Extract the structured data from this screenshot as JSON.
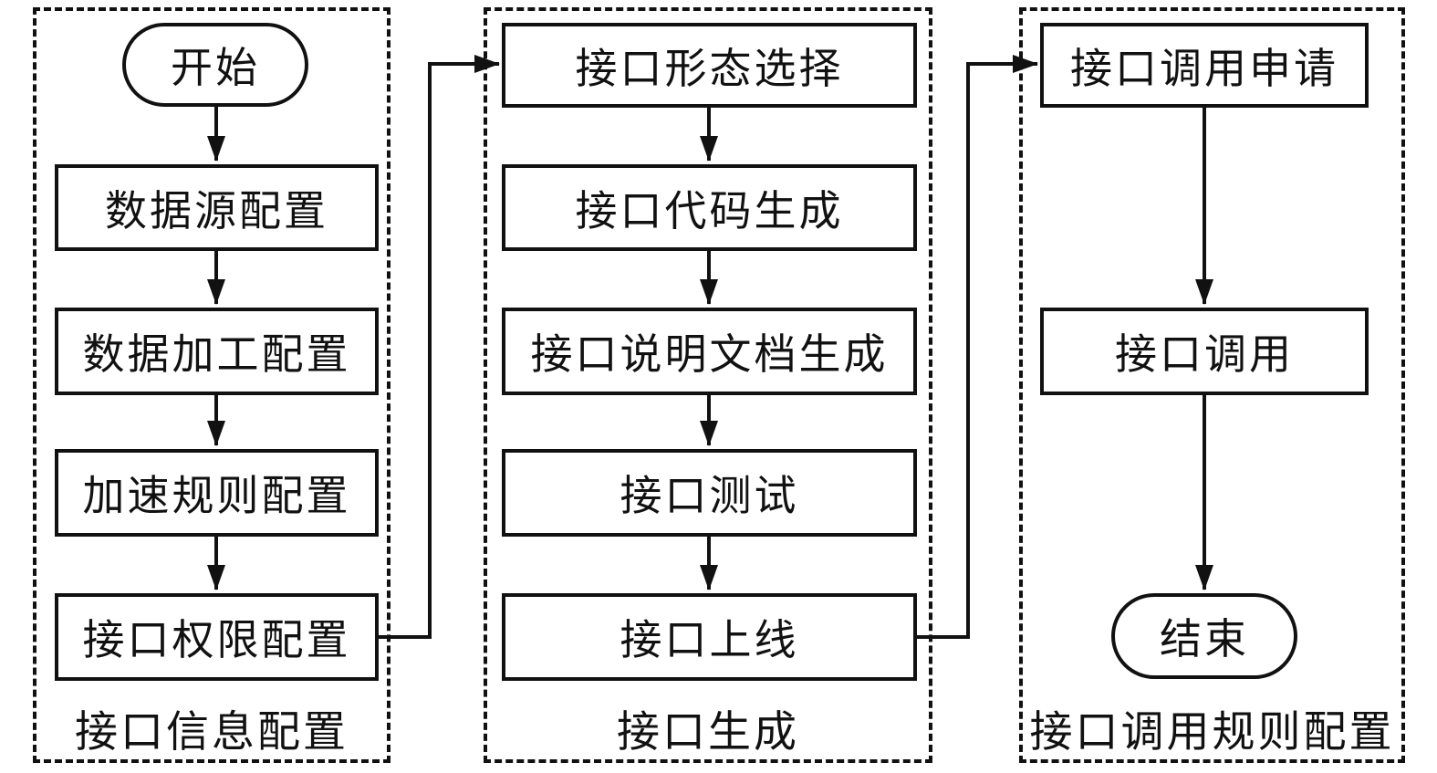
{
  "diagram": {
    "title": "",
    "colors": {
      "line": "#111111",
      "background": "#ffffff"
    },
    "columns": [
      {
        "label": "接口信息配置",
        "nodes": [
          {
            "type": "stadium",
            "label": "开始"
          },
          {
            "type": "rect",
            "label": "数据源配置"
          },
          {
            "type": "rect",
            "label": "数据加工配置"
          },
          {
            "type": "rect",
            "label": "加速规则配置"
          },
          {
            "type": "rect",
            "label": "接口权限配置"
          }
        ]
      },
      {
        "label": "接口生成",
        "nodes": [
          {
            "type": "rect",
            "label": "接口形态选择"
          },
          {
            "type": "rect",
            "label": "接口代码生成"
          },
          {
            "type": "rect",
            "label": "接口说明文档生成"
          },
          {
            "type": "rect",
            "label": "接口测试"
          },
          {
            "type": "rect",
            "label": "接口上线"
          }
        ]
      },
      {
        "label": "接口调用规则配置",
        "nodes": [
          {
            "type": "rect",
            "label": "接口调用申请"
          },
          {
            "type": "rect",
            "label": "接口调用"
          },
          {
            "type": "stadium",
            "label": "结束"
          }
        ]
      }
    ]
  }
}
